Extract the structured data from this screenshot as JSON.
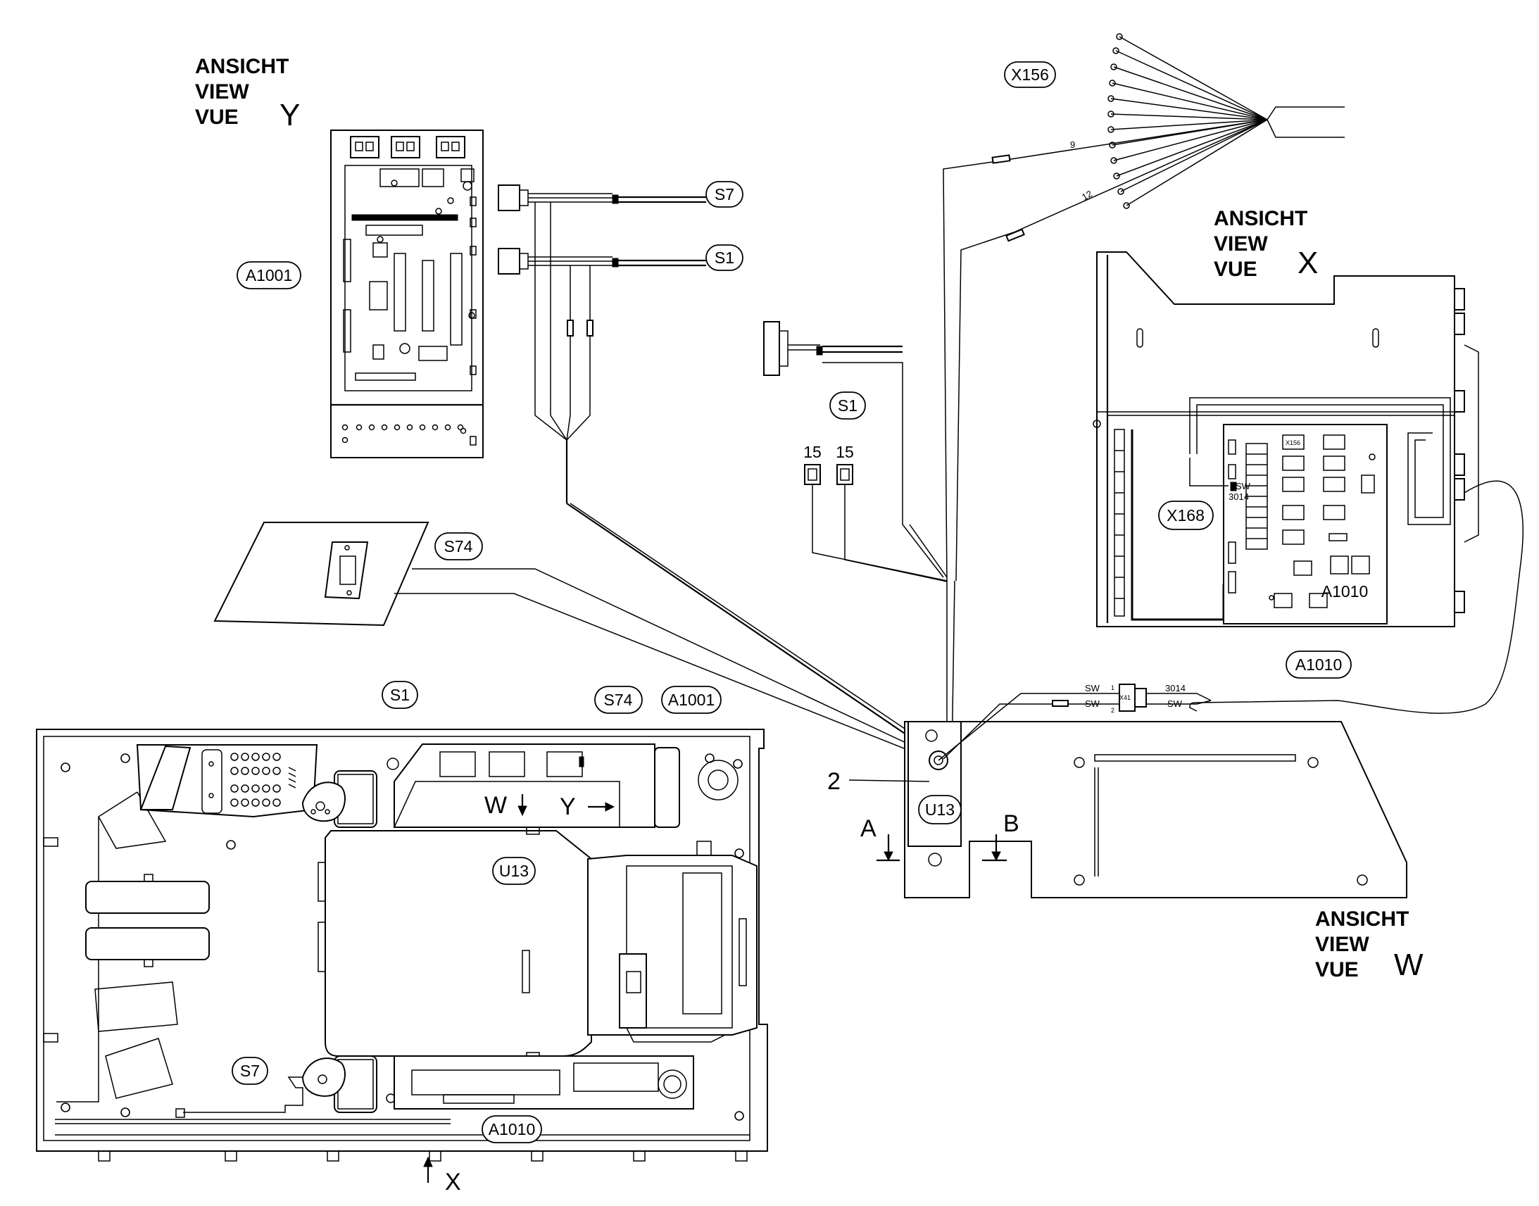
{
  "views": {
    "y": {
      "line1": "ANSICHT",
      "line2": "VIEW",
      "line3": "VUE",
      "letter": "Y"
    },
    "x": {
      "line1": "ANSICHT",
      "line2": "VIEW",
      "line3": "VUE",
      "letter": "X"
    },
    "w": {
      "line1": "ANSICHT",
      "line2": "VIEW",
      "line3": "VUE",
      "letter": "W"
    }
  },
  "callouts": {
    "a1001_top": "A1001",
    "s7_top": "S7",
    "s1_top": "S1",
    "s1_mid": "S1",
    "s74_mid": "S74",
    "x156": "X156",
    "x168": "X168",
    "a1010_right": "A1010",
    "u13_bracket": "U13",
    "s1_main": "S1",
    "s74_main": "S74",
    "a1001_main": "A1001",
    "u13_main": "U13",
    "s7_main": "S7",
    "a1010_main": "A1010"
  },
  "labels": {
    "item_2": "2",
    "section_a": "A",
    "section_b": "B",
    "arrow_w": "W",
    "arrow_y": "Y",
    "arrow_x": "X",
    "term_15a": "15",
    "term_15b": "15",
    "wire_9": "9",
    "wire_12": "12",
    "sw_top": "SW",
    "sw_bottom": "SW",
    "sw_right": "SW",
    "wire_3014": "3014",
    "conn_x41": "X41",
    "pin_1": "1",
    "pin_2": "2",
    "board_a1010": "A1010",
    "board_x156": "X156",
    "board_sw": "SW",
    "board_3014": "3014"
  }
}
